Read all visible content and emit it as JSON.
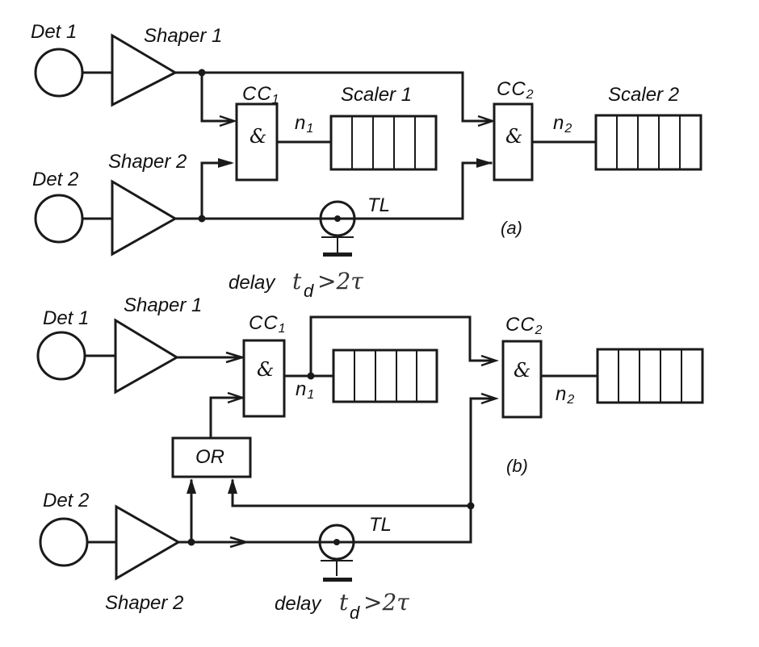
{
  "diagram": {
    "colors": {
      "ink": "#1a1a1a",
      "background": "#ffffff"
    },
    "panel_a": {
      "caption": "(a)",
      "det1": "Det 1",
      "det2": "Det 2",
      "shaper1": "Shaper 1",
      "shaper2": "Shaper 2",
      "cc1": {
        "main": "CC",
        "sub": "1",
        "symbol": "&"
      },
      "cc2": {
        "main": "CC",
        "sub": "2",
        "symbol": "&"
      },
      "scaler1": "Scaler 1",
      "scaler2": "Scaler 2",
      "n1": {
        "main": "n",
        "sub": "1"
      },
      "n2": {
        "main": "n",
        "sub": "2"
      },
      "tl": "TL",
      "delay": {
        "word": "delay",
        "t": "t",
        "sub": "d",
        "rest": ">2τ"
      },
      "scaler_cells": 5
    },
    "panel_b": {
      "caption": "(b)",
      "det1": "Det 1",
      "det2": "Det 2",
      "shaper1": "Shaper 1",
      "shaper2": "Shaper 2",
      "cc1": {
        "main": "CC",
        "sub": "1",
        "symbol": "&"
      },
      "cc2": {
        "main": "CC",
        "sub": "2",
        "symbol": "&"
      },
      "or_gate": "OR",
      "n1": {
        "main": "n",
        "sub": "1"
      },
      "n2": {
        "main": "n",
        "sub": "2"
      },
      "tl": "TL",
      "delay": {
        "word": "delay",
        "t": "t",
        "sub": "d",
        "rest": ">2τ"
      },
      "scaler_cells": 5
    }
  }
}
